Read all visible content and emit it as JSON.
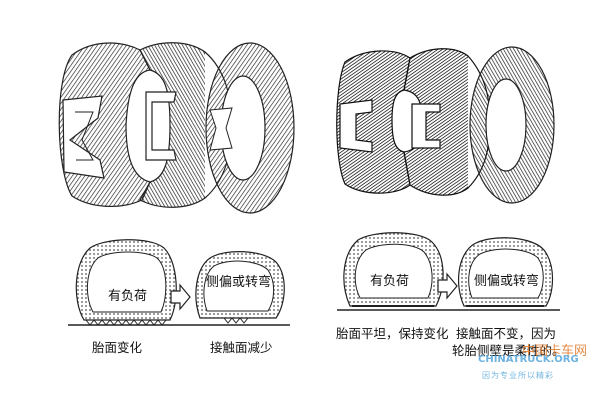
{
  "left_panel": {
    "caption_tire_loaded": "有负荷",
    "caption_tire_turning": "侧偏或转弯",
    "caption_bottom_left": "胎面变化",
    "caption_bottom_right": "接触面减少"
  },
  "right_panel": {
    "caption_tire_loaded": "有负荷",
    "caption_tire_turning": "侧偏或转弯",
    "caption_bottom_left": "胎面平坦，保持变化",
    "caption_bottom_right_line1": "接触面不变，因为",
    "caption_bottom_right_line2": "轮胎侧壁是柔性的。"
  },
  "watermark": {
    "site_cn": "中国卡车网",
    "site_en": "CHINATRUCK.ORG",
    "slogan": "因为专业所以精彩"
  },
  "colors": {
    "line": "#2a2a2a",
    "wm_orange": "#e07a2a",
    "wm_blue": "#4aa0d8"
  }
}
